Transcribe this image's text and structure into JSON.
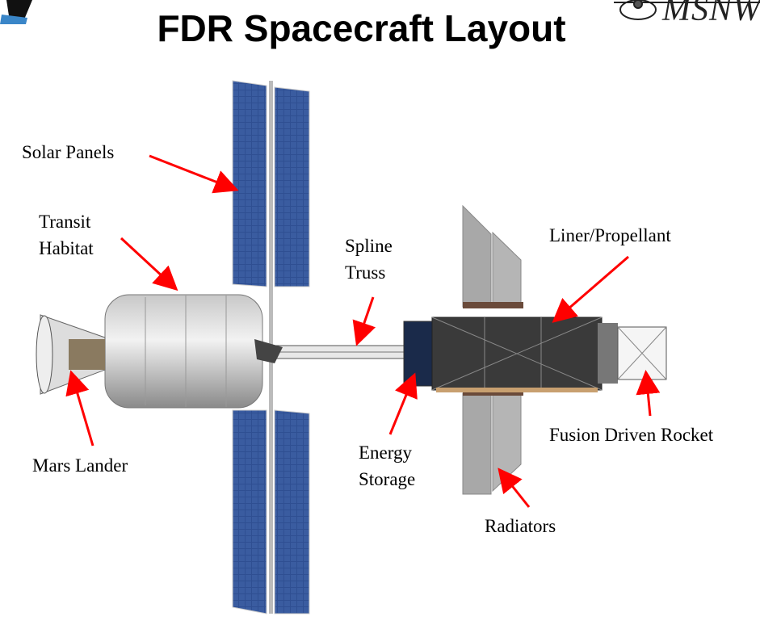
{
  "title": "FDR Spacecraft Layout",
  "logos": {
    "right_text": "MSNW"
  },
  "labels": {
    "solar_panels": "Solar Panels",
    "transit_habitat_1": "Transit",
    "transit_habitat_2": "Habitat",
    "spline_truss_1": "Spline",
    "spline_truss_2": "Truss",
    "liner_propellant": "Liner/Propellant",
    "mars_lander": "Mars Lander",
    "energy_storage_1": "Energy",
    "energy_storage_2": "Storage",
    "fusion_driven_rocket": "Fusion Driven Rocket",
    "radiators": "Radiators"
  },
  "colors": {
    "arrow": "#ff0000",
    "panel": "#2c4a8a"
  }
}
